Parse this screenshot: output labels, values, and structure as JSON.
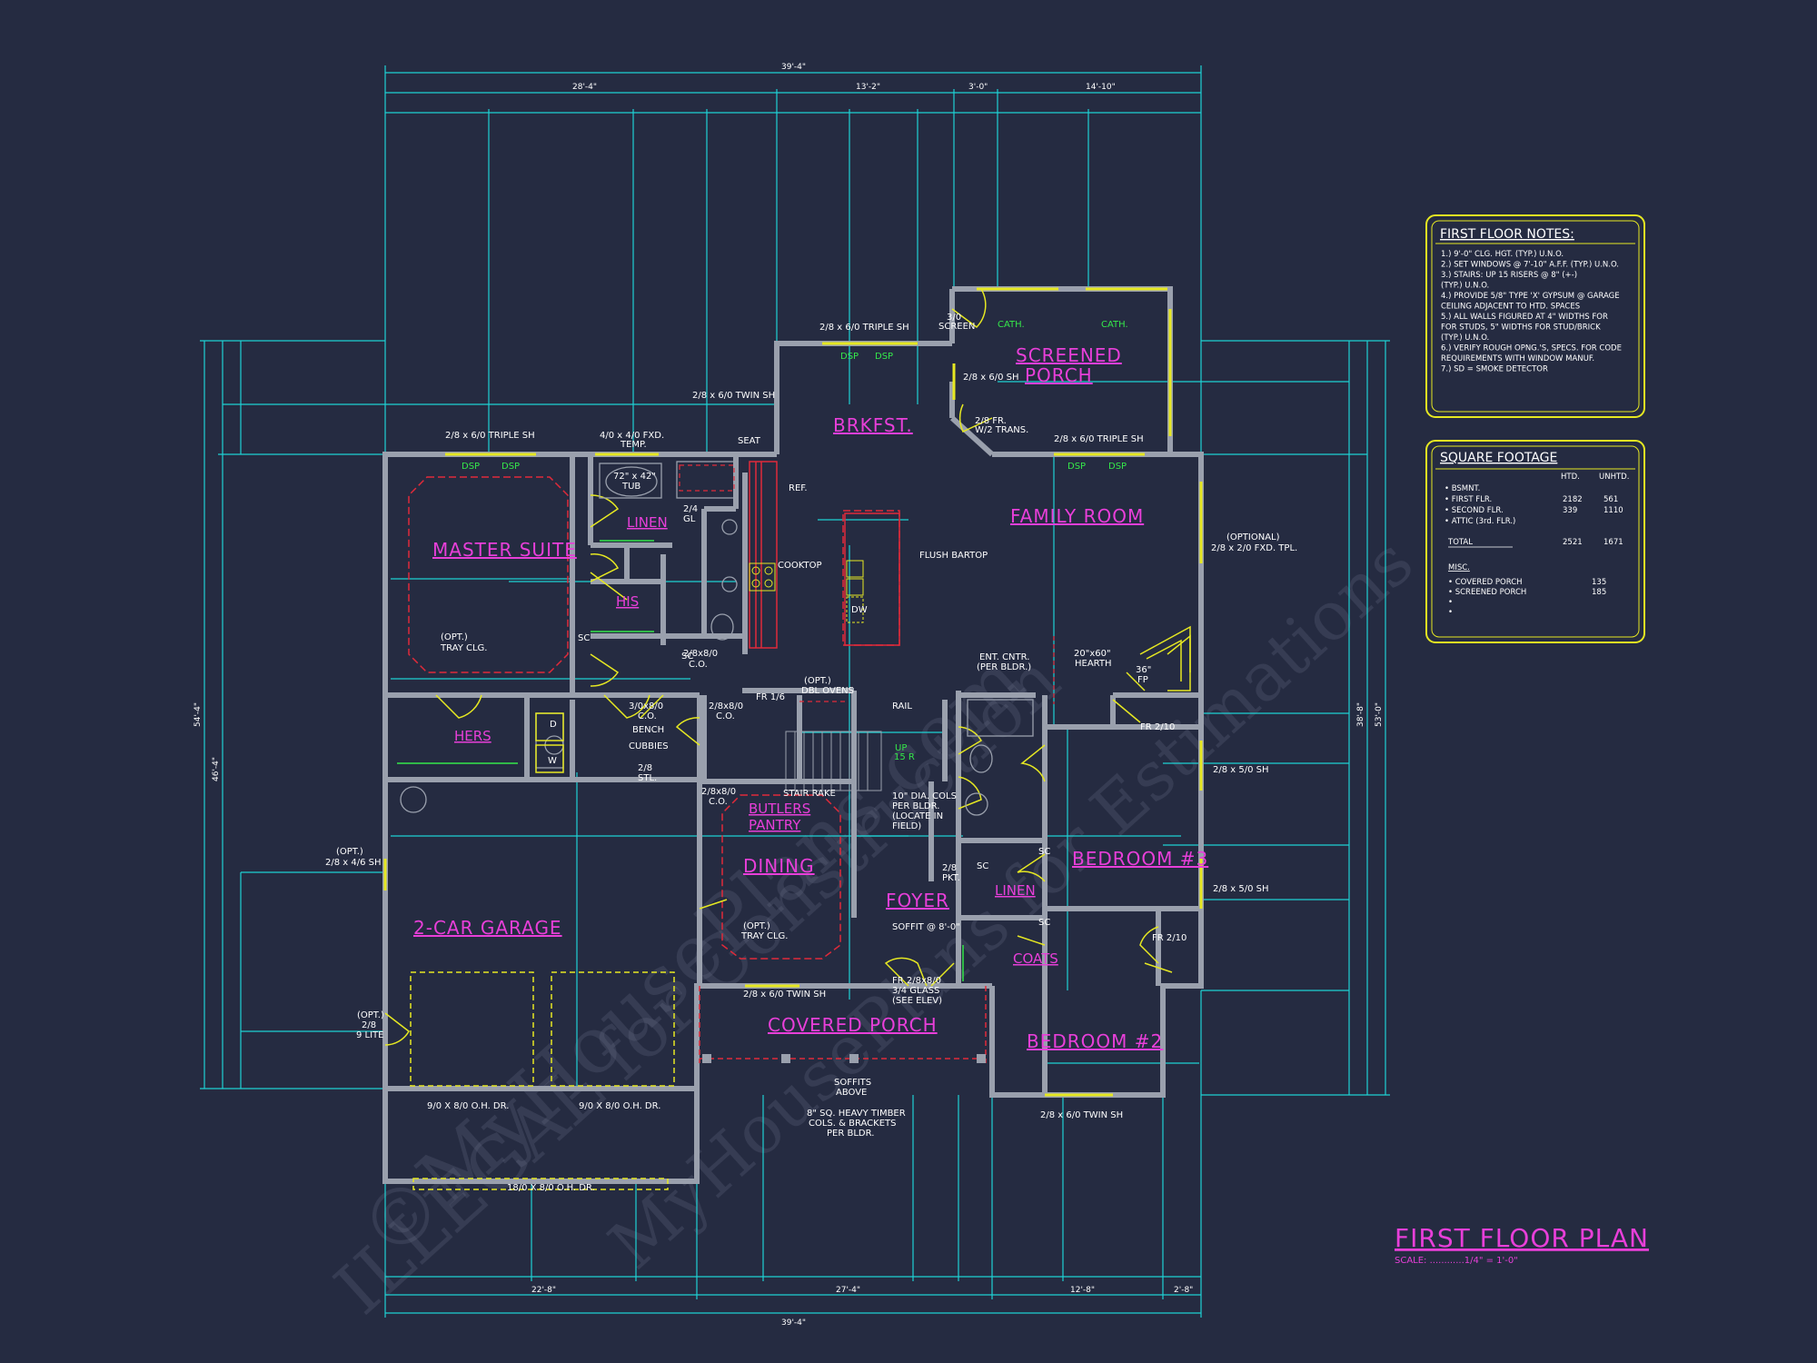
{
  "colors": {
    "background": "#252b41",
    "walls": "#9aa0ad",
    "dimensions": "#1fd1d4",
    "room_labels": "#e83fd9",
    "doors": "#e6e822",
    "dsp": "#35e84a",
    "hidden": "#e02a3a"
  },
  "overall_dims": {
    "top_total": "39'-4\"",
    "top_a": "28'-4\"",
    "top_b": "13'-2\"",
    "top_c": "3'-0\"",
    "top_d": "14'-10\"",
    "bottom_total": "39'-4\"",
    "bottom_a": "22'-8\"",
    "bottom_b": "27'-4\"",
    "bottom_c": "12'-8\"",
    "bottom_d": "2'-8\"",
    "left_total": "54'-4\"",
    "left_b": "46'-4\"",
    "right_total": "53'-0\"",
    "right_b": "38'-8\""
  },
  "rooms": {
    "master_suite": "MASTER SUITE",
    "linen1": "LINEN",
    "his": "HIS",
    "hers": "HERS",
    "brkfst": "BRKFST.",
    "screened_porch": [
      "SCREENED",
      "PORCH"
    ],
    "family_room": "FAMILY ROOM",
    "butlers_pantry": [
      "BUTLERS",
      "PANTRY"
    ],
    "dining": "DINING",
    "foyer": "FOYER",
    "linen2": "LINEN",
    "coats": "COATS",
    "bedroom3": "BEDROOM #3",
    "bedroom2": "BEDROOM #2",
    "garage": "2-CAR GARAGE",
    "covered_porch": "COVERED PORCH"
  },
  "labels": {
    "master_triple": "2/8 x 6/0 TRIPLE SH",
    "fxd_temp": [
      "4/0 x 4/0 FXD.",
      "TEMP."
    ],
    "seat": "SEAT",
    "twin_sh_top": "2/8 x 6/0 TWIN SH",
    "brk_triple": "2/8 x 6/0 TRIPLE SH",
    "screen_door": [
      "3/0",
      "SCREEN"
    ],
    "cath1": "CATH.",
    "cath2": "CATH.",
    "sp_sh": "2/8 x 6/0 SH",
    "fr_trans": [
      "2/8 FR.",
      "W/2 TRANS."
    ],
    "fam_triple": "2/8 x 6/0 TRIPLE SH",
    "optional_fxd": [
      "(OPTIONAL)",
      "2/8 x 2/0 FXD. TPL."
    ],
    "tub": [
      "72\" x 42\"",
      "TUB"
    ],
    "ref": "REF.",
    "cooktop": "COOKTOP",
    "flush_bartop": "FLUSH BARTOP",
    "dw": "DW",
    "tray_master": [
      "(OPT.)",
      "TRAY CLG."
    ],
    "ent_cntr": [
      "ENT. CNTR.",
      "(PER BLDR.)"
    ],
    "hearth": [
      "20\"x60\"",
      "HEARTH"
    ],
    "fp": [
      "36\"",
      "FP"
    ],
    "fr210a": "FR 2/10",
    "co1": [
      "2/8x8/0",
      "C.O."
    ],
    "co2": [
      "3/0x8/0",
      "C.O."
    ],
    "co3": [
      "2/8x8/0",
      "C.O."
    ],
    "bench": "BENCH",
    "cubbies": "CUBBIES",
    "stl": [
      "2/8",
      "STL."
    ],
    "fr16": "FR 1/6",
    "dbl_ovens": [
      "(OPT.)",
      "DBL OVENS"
    ],
    "rail": "RAIL",
    "up15r": [
      "UP",
      "15 R"
    ],
    "stair_rake": "STAIR RAKE",
    "co4": [
      "2/8x8/0",
      "C.O."
    ],
    "cols": [
      "10\" DIA. COLS",
      "PER BLDR.",
      "(LOCATE IN",
      "FIELD)"
    ],
    "bed3_sh1": "2/8 x 5/0 SH",
    "bed3_sh2": "2/8 x 5/0 SH",
    "opt_sh": [
      "(OPT.)",
      "2/8 x 4/6 SH"
    ],
    "tray_dining": [
      "(OPT.)",
      "TRAY CLG."
    ],
    "soffit_foyer": "SOFFIT @ 8'-0\"",
    "pkt": [
      "2/8",
      "PKT."
    ],
    "fr210b": "FR 2/10",
    "twin_sh_porch": "2/8 x 6/0 TWIN SH",
    "fr_door": [
      "FR 2/8x8/0",
      "3/4 GLASS",
      "(SEE ELEV)"
    ],
    "opt_lite": [
      "(OPT.)",
      "2/8",
      "9 LITE"
    ],
    "oh1": "9/0 X 8/0 O.H. DR.",
    "oh2": "9/0 X 8/0 O.H. DR.",
    "soffits": [
      "SOFFITS",
      "ABOVE"
    ],
    "timber": [
      "8\" SQ. HEAVY TIMBER",
      "COLS. & BRACKETS",
      "PER BLDR."
    ],
    "bed2_sh": "2/8 x 6/0 TWIN SH",
    "oh3": "18/0 X 8/0 O.H. DR.",
    "dsp": "DSP",
    "d": "D",
    "w": "W",
    "sc": "SC",
    "gl": [
      "2/4",
      "GL"
    ]
  },
  "first_floor_notes": {
    "title": "FIRST FLOOR NOTES:",
    "lines": [
      "1.) 9'-0\" CLG. HGT. (TYP.) U.N.O.",
      "2.) SET WINDOWS @ 7'-10\" A.F.F. (TYP.) U.N.O.",
      "3.) STAIRS: UP 15 RISERS @ 8\" (+-)",
      "    (TYP.) U.N.O.",
      "4.) PROVIDE 5/8\" TYPE 'X' GYPSUM @ GARAGE",
      "    CEILING ADJACENT TO HTD. SPACES",
      "5.) ALL WALLS FIGURED AT 4\" WIDTHS FOR",
      "    FOR STUDS, 5\" WIDTHS FOR STUD/BRICK",
      "    (TYP.) U.N.O.",
      "6.) VERIFY ROUGH OPNG.'S, SPECS. FOR CODE",
      "    REQUIREMENTS WITH WINDOW MANUF.",
      "7.) SD = SMOKE DETECTOR"
    ]
  },
  "square_footage": {
    "title": "SQUARE FOOTAGE",
    "col_htd": "HTD.",
    "col_unhtd": "UNHTD.",
    "rows": [
      {
        "label": "• BSMNT.",
        "htd": "",
        "unhtd": ""
      },
      {
        "label": "• FIRST FLR.",
        "htd": "2182",
        "unhtd": "561"
      },
      {
        "label": "• SECOND FLR.",
        "htd": "339",
        "unhtd": "1110"
      },
      {
        "label": "• ATTIC (3rd. FLR.)",
        "htd": "",
        "unhtd": ""
      }
    ],
    "total_label": "TOTAL",
    "total_htd": "2521",
    "total_unhtd": "1671",
    "misc_title": "MISC.",
    "misc_rows": [
      {
        "label": "• COVERED PORCH",
        "value": "135"
      },
      {
        "label": "• SCREENED PORCH",
        "value": "185"
      },
      {
        "label": "•",
        "value": ""
      },
      {
        "label": "•",
        "value": ""
      }
    ]
  },
  "title": {
    "main": "FIRST FLOOR PLAN",
    "scale": "SCALE: ............1/4\" = 1'-0\""
  },
  "watermark": {
    "line1": "©MyHousePlans.com",
    "line2": "ILLEGAL for Construction",
    "line3": "MyHousePlans for Estimations"
  }
}
